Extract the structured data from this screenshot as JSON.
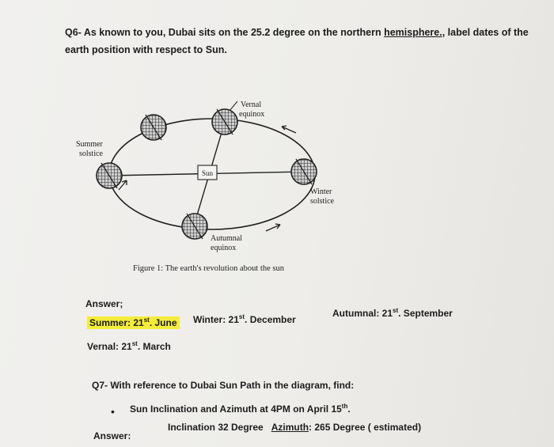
{
  "q6": {
    "prefix": "Q6- As known to you, Dubai sits on the 25.2 degree on the northern ",
    "underlined": "hemisphere.",
    "suffix": ", label dates of the earth position with respect to Sun."
  },
  "figure": {
    "labels": {
      "vernal_line1": "Vernal",
      "vernal_line2": "equinox",
      "summer_line1": "Summer",
      "summer_line2": "solstice",
      "sun": "Sun",
      "winter_line1": "Winter",
      "winter_line2": "solstice",
      "autumnal_line1": "Autumnal",
      "autumnal_line2": "equinox"
    },
    "caption": "Figure 1: The earth's revolution about the sun"
  },
  "answer6": {
    "heading": "Answer;",
    "summer": {
      "prefix": "Summer: 21",
      "sup": "st",
      "suffix": ". June"
    },
    "winter": {
      "prefix": "Winter: 21",
      "sup": "st",
      "suffix": ". December"
    },
    "autumnal": {
      "prefix": "Autumnal: 21",
      "sup": "st",
      "suffix": ". September"
    },
    "vernal": {
      "prefix": "Vernal: 21",
      "sup": "st",
      "suffix": ". March"
    }
  },
  "q7": {
    "text": "Q7- With reference to Dubai Sun Path in the diagram, find:",
    "bullet_prefix": "Sun Inclination and Azimuth at 4PM on April 15",
    "bullet_sup": "th",
    "bullet_suffix": "."
  },
  "answer7": {
    "label": "Answer:",
    "inclination": "Inclination 32 Degree",
    "azimuth_label": "Azimuth",
    "azimuth_value": ": 265 Degree ( estimated)"
  },
  "colors": {
    "highlight": "#f4ec3a"
  }
}
